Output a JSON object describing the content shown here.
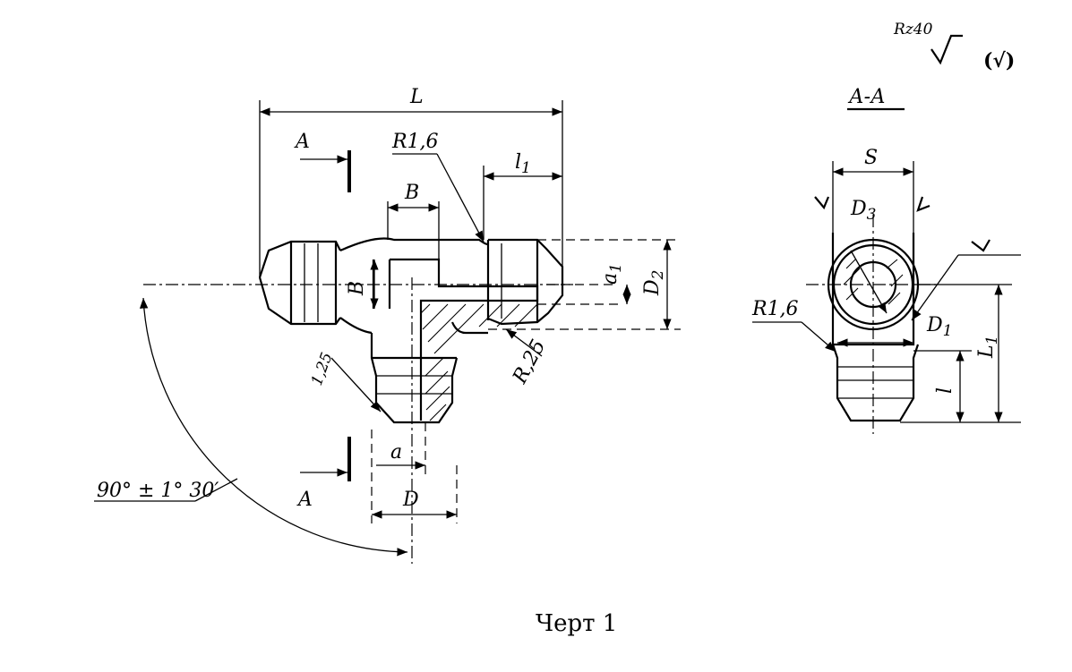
{
  "surface_finish": {
    "main": "Rz40",
    "other": "(√)"
  },
  "section": {
    "title": "А-А"
  },
  "dimensions": {
    "L": "L",
    "L1_top": "l",
    "B_top": "B",
    "B_side": "B",
    "a1": "a",
    "a1_sub": "1",
    "D2": "D",
    "D2_sub": "2",
    "a": "a",
    "D": "D",
    "S": "S",
    "D3": "D",
    "D3_sub": "3",
    "D1": "D",
    "D1_sub": "1",
    "L1": "L",
    "L1_sub": "1",
    "l": "l"
  },
  "radii": {
    "r_top": "R1,6",
    "r_section": "R1,6",
    "r_left": "1,25",
    "r_right": "R,25"
  },
  "cut_marks": {
    "top": "A",
    "bottom": "A"
  },
  "angle": {
    "text": "90° ± 1° 30′"
  },
  "caption": {
    "text": "Черт  1"
  }
}
